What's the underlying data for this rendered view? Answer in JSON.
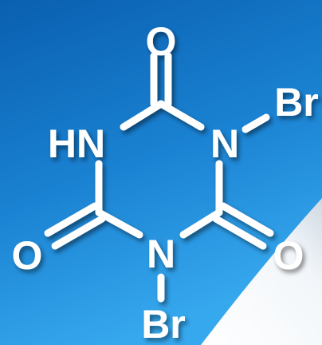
{
  "structure": {
    "atoms": [
      {
        "id": "o_top",
        "symbol": "O"
      },
      {
        "id": "n_right",
        "symbol": "N"
      },
      {
        "id": "br_right",
        "symbol": "Br"
      },
      {
        "id": "hn_left",
        "symbol": "HN"
      },
      {
        "id": "o_left",
        "symbol": "O"
      },
      {
        "id": "n_bottom",
        "symbol": "N"
      },
      {
        "id": "o_right",
        "symbol": "O"
      },
      {
        "id": "br_bottom",
        "symbol": "Br"
      }
    ]
  },
  "colors": {
    "background_top": "#0a63b4",
    "background_bottom": "#2e9ee8",
    "swoosh": "#ffffff",
    "foreground": "#ffffff"
  }
}
